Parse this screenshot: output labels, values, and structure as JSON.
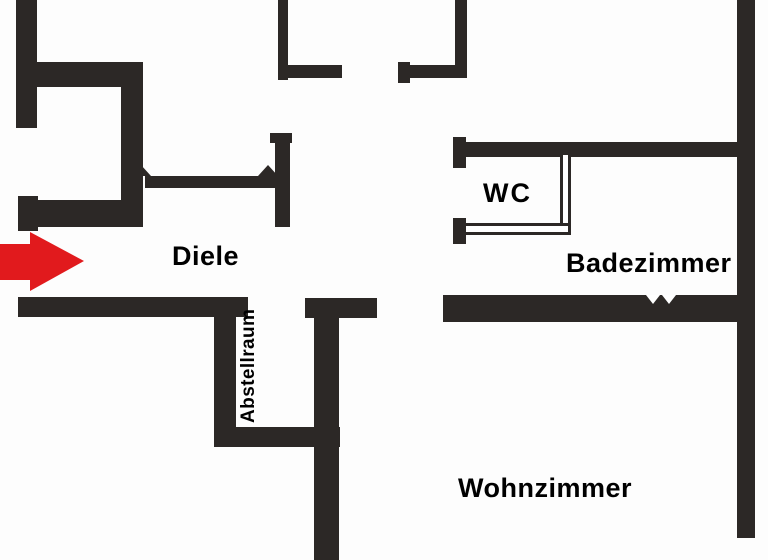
{
  "rooms": {
    "diele": {
      "label": "Diele"
    },
    "wc": {
      "label": "WC"
    },
    "badezimmer": {
      "label": "Badezimmer"
    },
    "abstellraum": {
      "label": "Abstellraum"
    },
    "wohnzimmer": {
      "label": "Wohnzimmer"
    }
  },
  "marker": {
    "icon": "red-arrow-right-icon",
    "direction": "right"
  },
  "colors": {
    "wall": "#2c2826",
    "background": "#ffffff",
    "arrow": "#e11a1d",
    "text": "#000000"
  }
}
